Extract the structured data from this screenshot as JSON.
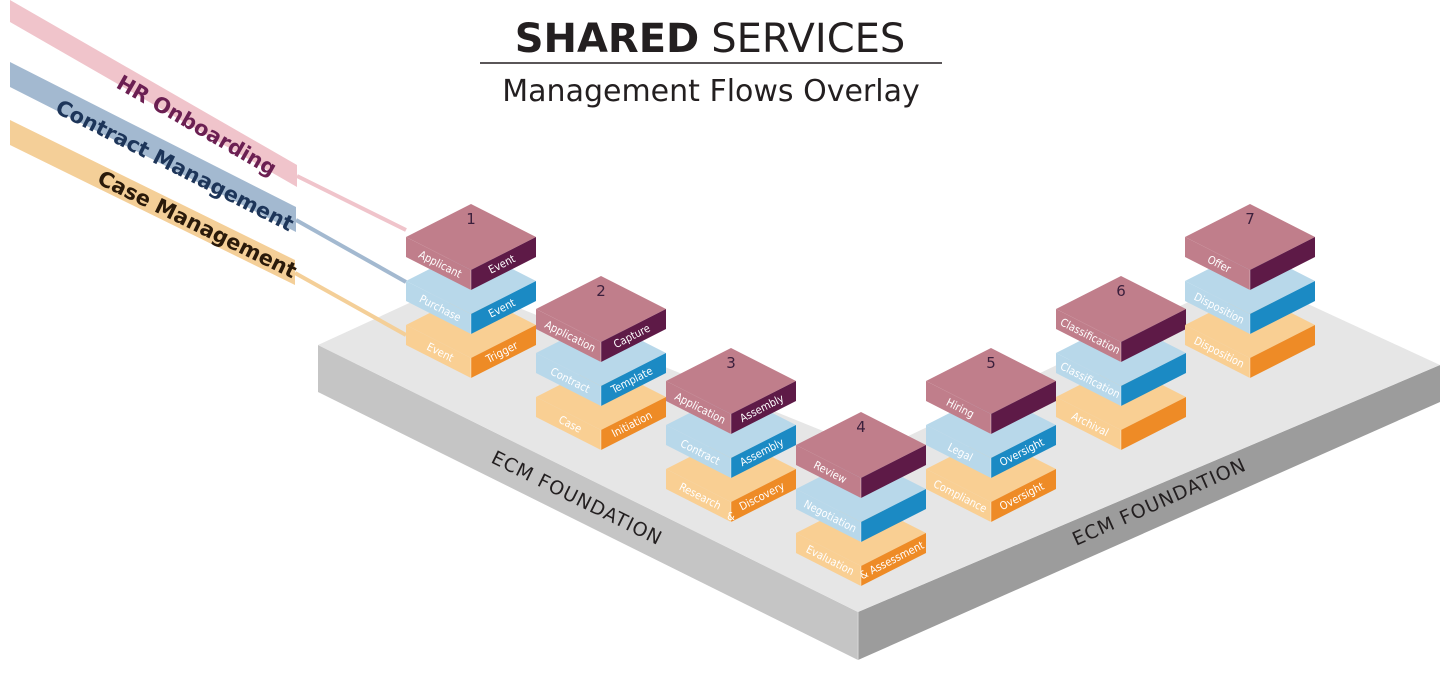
{
  "title": {
    "bold": "SHARED",
    "light": "SERVICES"
  },
  "subtitle": "Management Flows Overlay",
  "streams": [
    {
      "label": "HR Onboarding",
      "color": "#f0c4cb",
      "text_color": "#6b1f52"
    },
    {
      "label": "Contract Management",
      "color": "#a3b9d0",
      "text_color": "#1d3559"
    },
    {
      "label": "Case Management",
      "color": "#f4cf98",
      "text_color": "#2a1a0a"
    }
  ],
  "foundation": {
    "left_label": "ECM FOUNDATION",
    "right_label": "ECM FOUNDATION"
  },
  "colors": {
    "hr_top": "#c07e8b",
    "hr_side": "#5e1a47",
    "contract_top": "#b8d8ea",
    "contract_side": "#1b8ac4",
    "case_top": "#f9cf93",
    "case_side": "#ee8b26",
    "platform_top": "#e8e8e8",
    "platform_side": "#a6a6a6"
  },
  "steps": [
    {
      "number": "1",
      "hr": {
        "left": "Applicant",
        "right": "Event"
      },
      "contract": {
        "left": "Purchase",
        "right": "Event"
      },
      "case": {
        "left": "Event",
        "right": "Trigger"
      }
    },
    {
      "number": "2",
      "hr": {
        "left": "Application",
        "right": "Capture"
      },
      "contract": {
        "left": "Contract",
        "right": "Template"
      },
      "case": {
        "left": "Case",
        "right": "Initiation"
      }
    },
    {
      "number": "3",
      "hr": {
        "left": "Application",
        "right": "Assembly"
      },
      "contract": {
        "left": "Contract",
        "right": "Assembly"
      },
      "case": {
        "left": "Research",
        "amp": "&",
        "right": "Discovery"
      }
    },
    {
      "number": "4",
      "hr": {
        "left": "Review",
        "right": ""
      },
      "contract": {
        "left": "Negotiation",
        "right": ""
      },
      "case": {
        "left": "Evaluation",
        "right": "& Assessment"
      }
    },
    {
      "number": "5",
      "hr": {
        "left": "Hiring",
        "right": ""
      },
      "contract": {
        "left": "Legal",
        "right": "Oversight"
      },
      "case": {
        "left": "Compliance",
        "right": "Oversight"
      }
    },
    {
      "number": "6",
      "hr": {
        "left": "Classification",
        "right": ""
      },
      "contract": {
        "left": "Classification",
        "right": ""
      },
      "case": {
        "left": "Archival",
        "right": ""
      }
    },
    {
      "number": "7",
      "hr": {
        "left": "Offer",
        "right": ""
      },
      "contract": {
        "left": "Disposition",
        "right": ""
      },
      "case": {
        "left": "Disposition",
        "right": ""
      }
    }
  ]
}
